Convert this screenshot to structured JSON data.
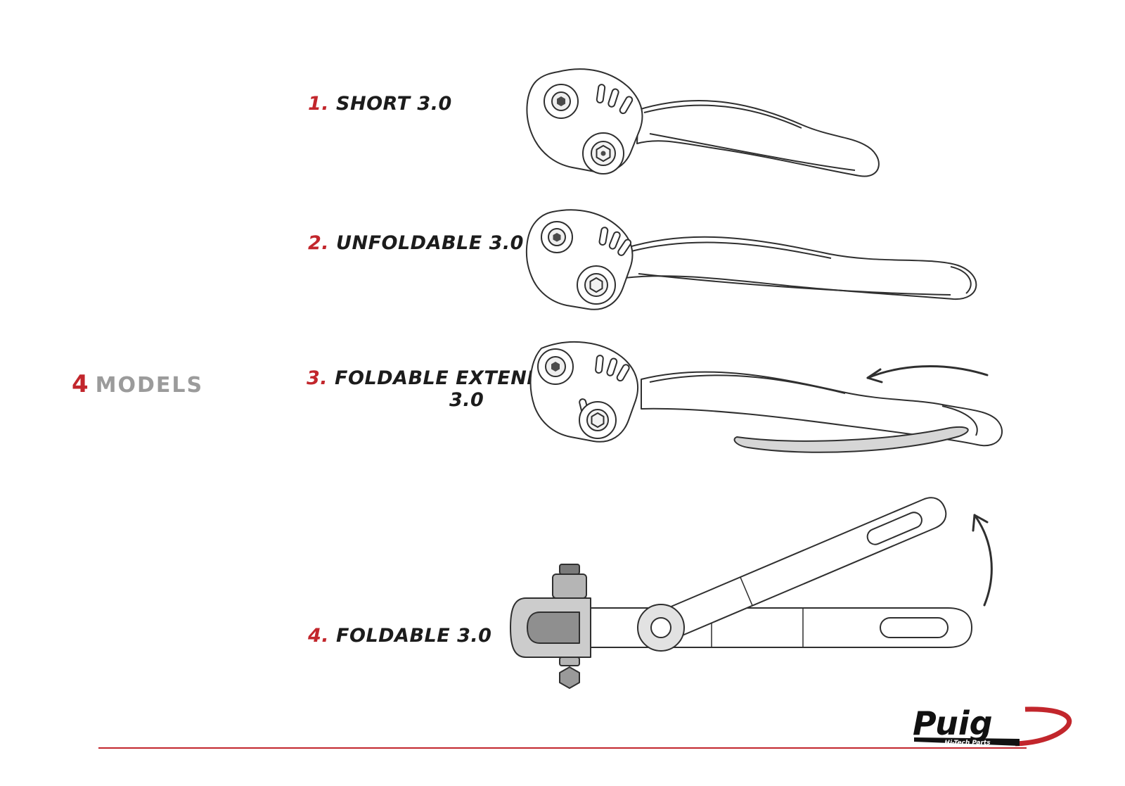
{
  "colors": {
    "accent": "#c2262c",
    "models_gray": "#9b9b9b",
    "line_art": "#2f2f2f",
    "extendable_fill": "#d6d6d6"
  },
  "models": {
    "count": "4",
    "label": "MODELS"
  },
  "items": [
    {
      "number": "1.",
      "label": "SHORT 3.0"
    },
    {
      "number": "2.",
      "label": "UNFOLDABLE 3.0"
    },
    {
      "number": "3.",
      "label": "FOLDABLE EXTENDABLE",
      "label2": "3.0"
    },
    {
      "number": "4.",
      "label": "FOLDABLE 3.0"
    }
  ],
  "icons": {
    "extend_arrow": "curved-arrow-left",
    "fold_arrow": "curved-arrow-up"
  },
  "logo": {
    "brand": "Puig",
    "tagline": "Hi-Tech Parts"
  }
}
